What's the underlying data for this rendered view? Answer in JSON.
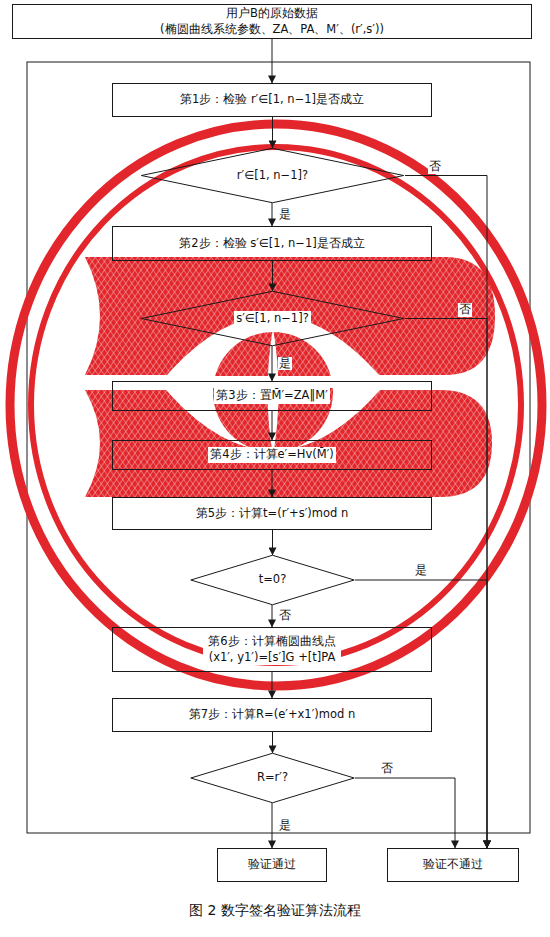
{
  "diagram": {
    "caption": "图 2 数字签名验证算法流程",
    "nodes": [
      {
        "text": [
          "用户B的原始数据",
          "(椭圆曲线系统参数、ZA、PA、M′、(r′,s′))"
        ]
      },
      {
        "text": [
          "第1步：检验 r′∈[1, n−1]是否成立"
        ]
      },
      {
        "text": [
          "r′∈[1, n−1]?"
        ]
      },
      {
        "text": [
          "第2步：检验 s′∈[1, n−1]是否成立"
        ]
      },
      {
        "text": [
          "s′∈[1, n−1]?"
        ]
      },
      {
        "text": [
          "第3步：置M̄′=ZA‖M′"
        ]
      },
      {
        "text": [
          "第4步：计算e′=Hv(M̄′)"
        ]
      },
      {
        "text": [
          "第5步：计算t=(r′+s′)mod n"
        ]
      },
      {
        "text": [
          "t=0?"
        ]
      },
      {
        "text": [
          "第6步：计算椭圆曲线点 (x1′, y1′)=[s′]G +[t]PA"
        ]
      },
      {
        "text": [
          "第7步：计算R=(e′+x1′)mod n"
        ]
      },
      {
        "text": [
          "R=r′?"
        ]
      },
      {
        "text": [
          "验证通过"
        ]
      },
      {
        "text": [
          "验证不通过"
        ]
      }
    ],
    "edges": [
      {
        "from": 0,
        "to": 1,
        "arrow": "to"
      },
      {
        "from": 1,
        "to": 2,
        "arrow": "to"
      },
      {
        "from": 2,
        "to": 3,
        "label": "是",
        "arrow": "to"
      },
      {
        "from": 2,
        "to": 13,
        "label": "否",
        "arrow": "to"
      },
      {
        "from": 3,
        "to": 4,
        "arrow": "to"
      },
      {
        "from": 4,
        "to": 13,
        "label": "否",
        "arrow": "to"
      },
      {
        "from": 4,
        "to": 5,
        "label": "是",
        "arrow": "to"
      },
      {
        "from": 5,
        "to": 6,
        "arrow": "to"
      },
      {
        "from": 6,
        "to": 7,
        "arrow": "to"
      },
      {
        "from": 7,
        "to": 8,
        "arrow": "to"
      },
      {
        "from": 8,
        "to": 13,
        "label": "是",
        "arrow": "to"
      },
      {
        "from": 8,
        "to": 9,
        "label": "否",
        "arrow": "to"
      },
      {
        "from": 9,
        "to": 10,
        "arrow": "to"
      },
      {
        "from": 10,
        "to": 11,
        "arrow": "to"
      },
      {
        "from": 11,
        "to": 12,
        "label": "是",
        "arrow": "to"
      },
      {
        "from": 11,
        "to": 13,
        "label": "否",
        "arrow": "to"
      }
    ]
  }
}
